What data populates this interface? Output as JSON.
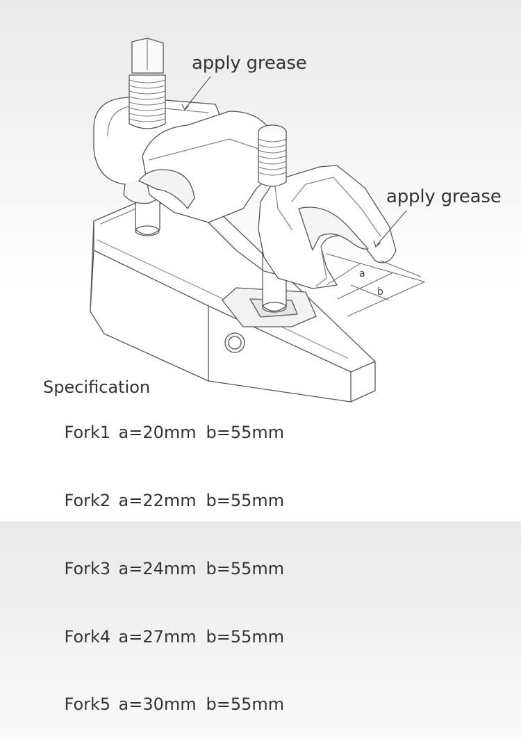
{
  "callouts": [
    "apply grease",
    "apply grease"
  ],
  "dimensions": {
    "a": "a",
    "b": "b"
  },
  "specification": {
    "title": "Specification",
    "rows": [
      {
        "fork": "Fork1",
        "a": "a=20mm",
        "b": "b=55mm"
      },
      {
        "fork": "Fork2",
        "a": "a=22mm",
        "b": "b=55mm"
      },
      {
        "fork": "Fork3",
        "a": "a=24mm",
        "b": "b=55mm"
      },
      {
        "fork": "Fork4",
        "a": "a=27mm",
        "b": "b=55mm"
      },
      {
        "fork": "Fork5",
        "a": "a=30mm",
        "b": "b=55mm"
      }
    ]
  }
}
